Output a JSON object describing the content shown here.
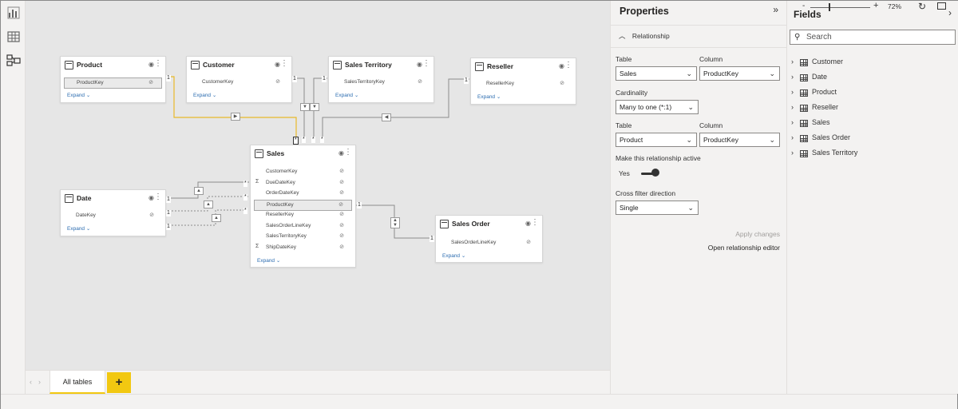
{
  "rail": {
    "icons": [
      "report-view-icon",
      "data-view-icon",
      "model-view-icon"
    ]
  },
  "canvas": {
    "tables": {
      "product": {
        "title": "Product",
        "fields": [
          "ProductKey"
        ],
        "expand": "Expand"
      },
      "customer": {
        "title": "Customer",
        "fields": [
          "CustomerKey"
        ],
        "expand": "Expand"
      },
      "sales_territory": {
        "title": "Sales Territory",
        "fields": [
          "SalesTerritoryKey"
        ],
        "expand": "Expand"
      },
      "reseller": {
        "title": "Reseller",
        "fields": [
          "ResellerKey"
        ],
        "expand": "Expand"
      },
      "date": {
        "title": "Date",
        "fields": [
          "DateKey"
        ],
        "expand": "Expand"
      },
      "sales": {
        "title": "Sales",
        "fields": [
          "CustomerKey",
          "DueDateKey",
          "OrderDateKey",
          "ProductKey",
          "ResellerKey",
          "SalesOrderLineKey",
          "SalesTerritoryKey",
          "ShipDateKey"
        ],
        "expand": "Expand"
      },
      "sales_order": {
        "title": "Sales Order",
        "fields": [
          "SalesOrderLineKey"
        ],
        "expand": "Expand"
      }
    },
    "one": "1",
    "many": "*"
  },
  "tabs": {
    "all_tables": "All tables",
    "add": "+"
  },
  "properties": {
    "title": "Properties",
    "section": "Relationship",
    "table_label": "Table",
    "column_label": "Column",
    "table1": "Sales",
    "column1": "ProductKey",
    "cardinality_label": "Cardinality",
    "cardinality": "Many to one (*:1)",
    "table2": "Product",
    "column2": "ProductKey",
    "active_label": "Make this relationship active",
    "active_value": "Yes",
    "cross_filter_label": "Cross filter direction",
    "cross_filter": "Single",
    "apply": "Apply changes",
    "open_editor": "Open relationship editor"
  },
  "fields": {
    "title": "Fields",
    "search_placeholder": "Search",
    "items": [
      "Customer",
      "Date",
      "Product",
      "Reseller",
      "Sales",
      "Sales Order",
      "Sales Territory"
    ]
  },
  "status": {
    "zoom": "72%",
    "minus": "-",
    "plus": "+"
  },
  "colors": {
    "accent": "#f2c811",
    "highlight_line": "#e8b92a",
    "link": "#2b6cb0"
  }
}
